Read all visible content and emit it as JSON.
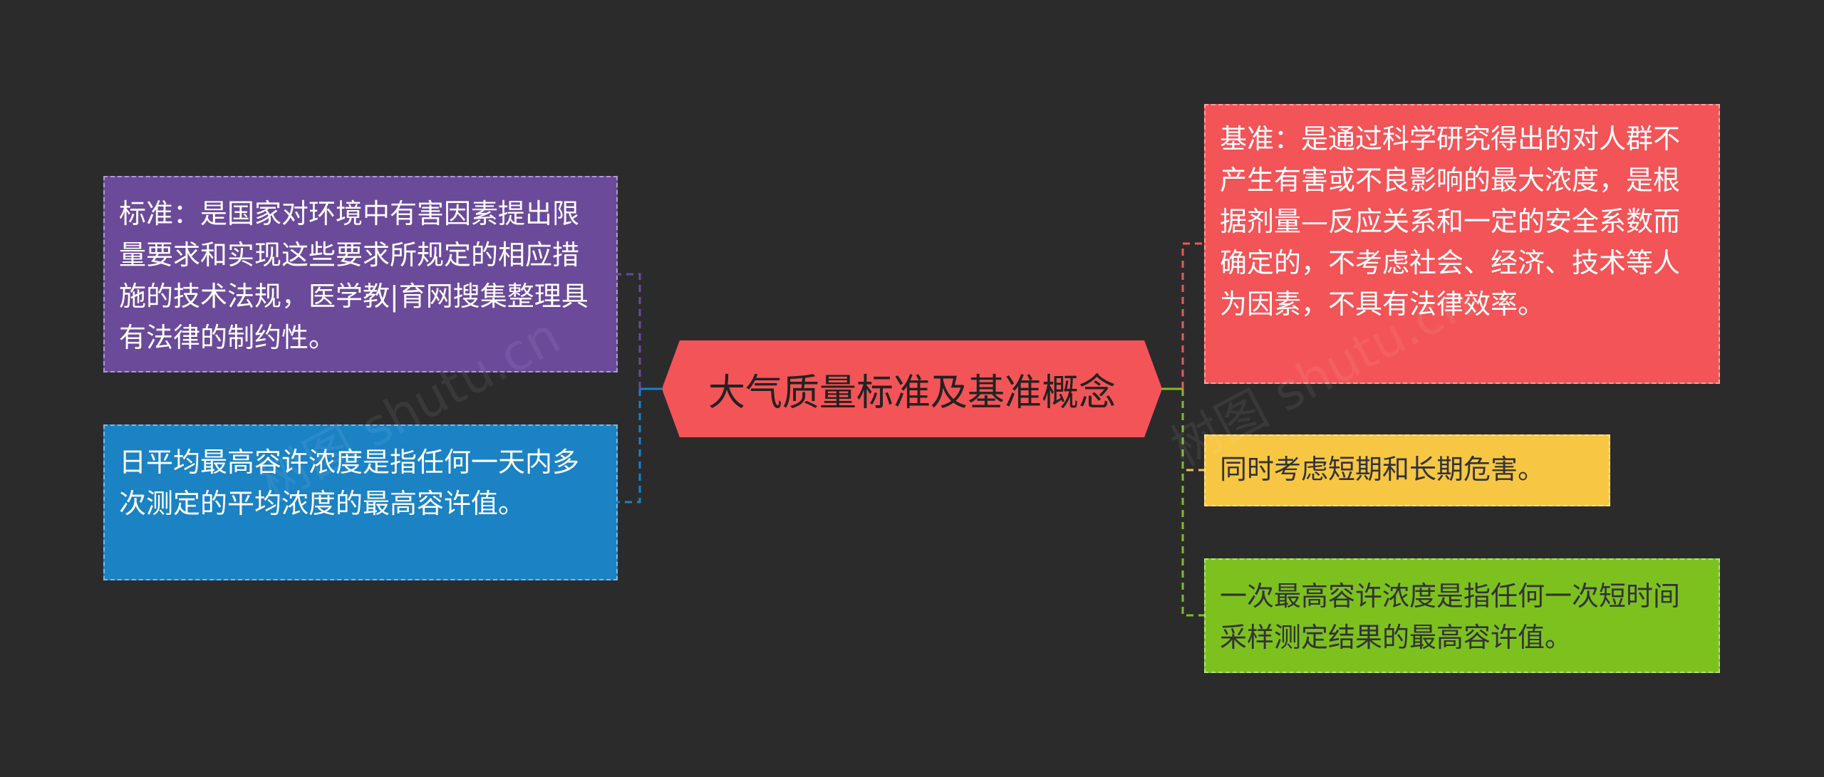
{
  "center": {
    "label": "大气质量标准及基准概念",
    "color": "#f35457"
  },
  "nodes": {
    "purple": {
      "text": "标准：是国家对环境中有害因素提出限量要求和实现这些要求所规定的相应措施的技术法规，医学教|育网搜集整理具有法律的制约性。",
      "color": "#6b4a9a"
    },
    "blue": {
      "text": "日平均最高容许浓度是指任何一天内多次测定的平均浓度的最高容许值。",
      "color": "#1b82c4"
    },
    "red": {
      "text": "基准：是通过科学研究得出的对人群不产生有害或不良影响的最大浓度，是根据剂量—反应关系和一定的安全系数而确定的，不考虑社会、经济、技术等人为因素，不具有法律效率。",
      "color": "#f35457"
    },
    "yellow": {
      "text": "同时考虑短期和长期危害。",
      "color": "#f7c744"
    },
    "green": {
      "text": "一次最高容许浓度是指任何一次短时间采样测定结果的最高容许值。",
      "color": "#7dc11f"
    }
  },
  "watermark": {
    "text": "树图 shutu.cn"
  }
}
